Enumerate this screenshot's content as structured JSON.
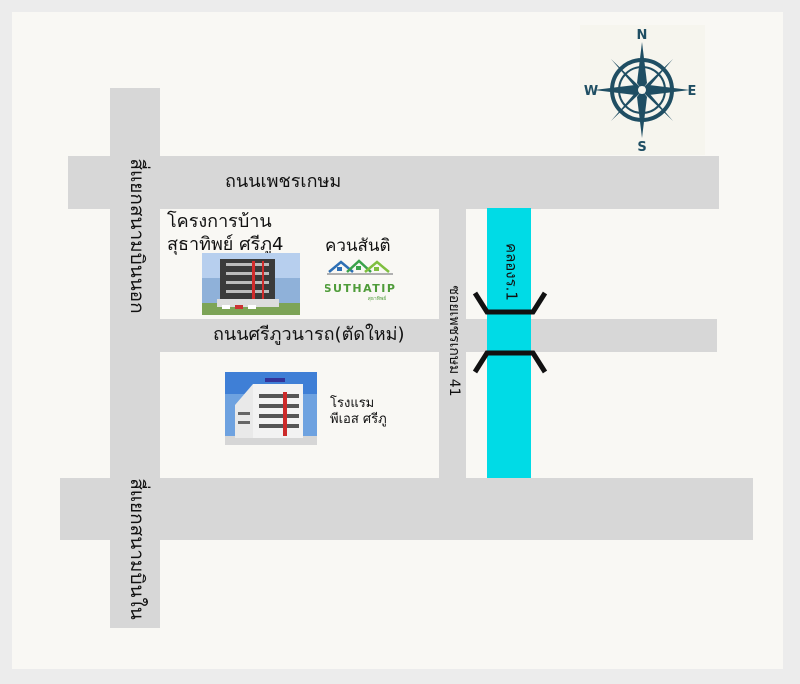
{
  "roads": {
    "top_road": "ถนนเพชรเกษม",
    "middle_road": "ถนนศรีภูวนารถ(ตัดใหม่)",
    "soi": "ซอยเพชรเกษม 41",
    "outer_junction": "สี่แยกสนามบินนอก",
    "inner_junction": "สี่แยกสนามบินใน"
  },
  "canal": {
    "label": "คลองร.1"
  },
  "places": {
    "project_line1": "โครงการบ้าน",
    "project_line2": "สุธาทิพย์ ศรีภู4",
    "quan_santi": "ควนสันติ",
    "hotel_line1": "โรงแรม",
    "hotel_line2": "พีเอส ศรีภู"
  },
  "logo": {
    "brand": "SUTHATIP",
    "tagline": "สุธาทิพย์"
  },
  "compass": {
    "north": "N",
    "south": "S",
    "east": "E",
    "west": "W"
  },
  "colors": {
    "road": "#d7d7d7",
    "canal": "#00dbe6",
    "compass": "#1f4e63",
    "background": "#f9f8f4"
  }
}
